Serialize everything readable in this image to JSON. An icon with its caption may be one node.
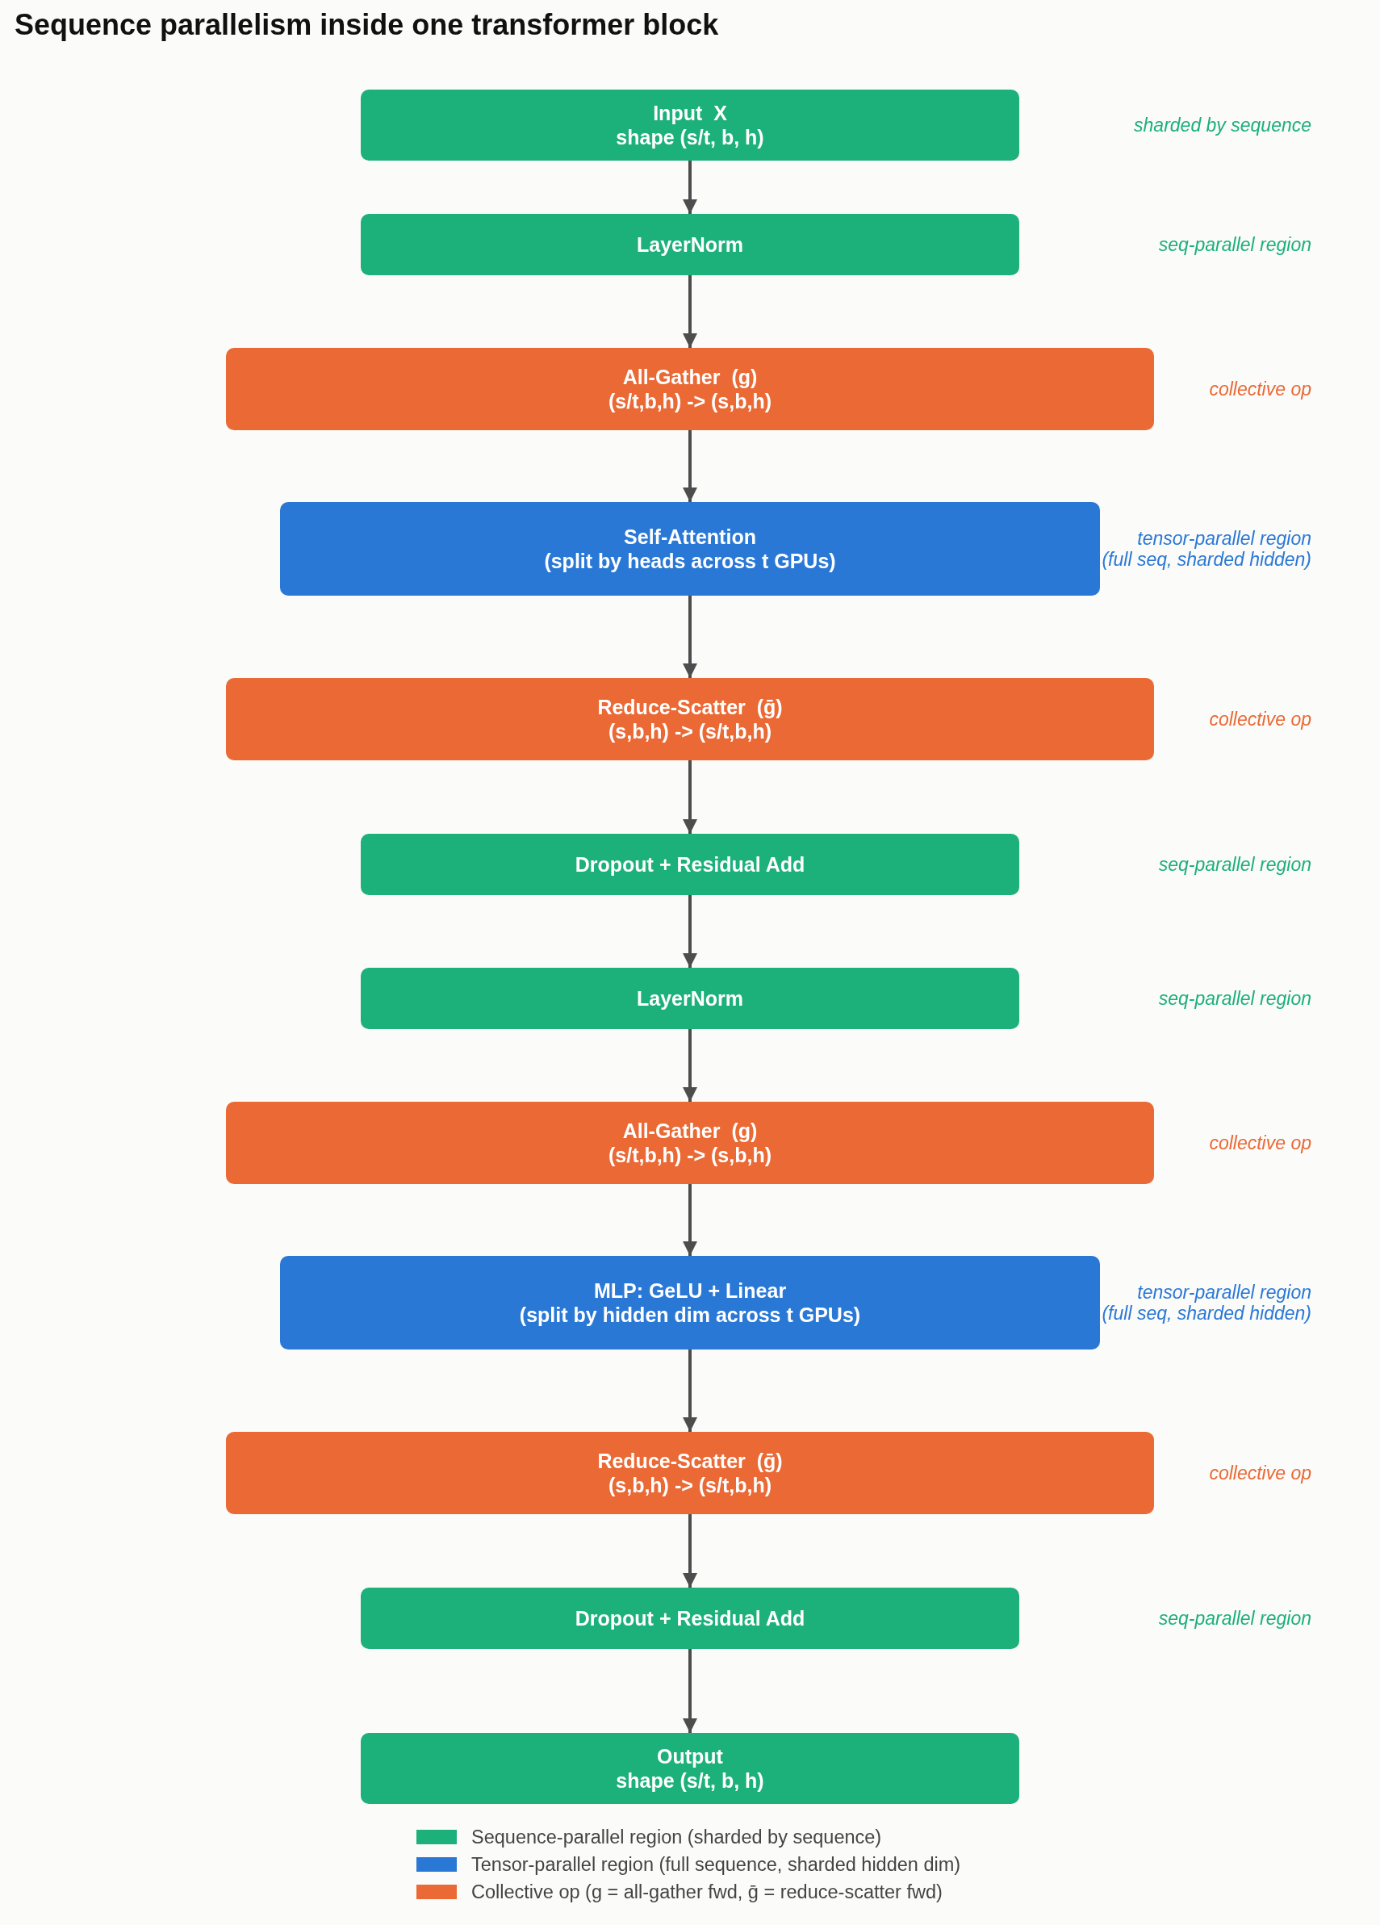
{
  "diagram": {
    "title": "Sequence parallelism inside one transformer block",
    "nodes": [
      {
        "text": [
          "Input  X",
          "shape (s/t, b, h)"
        ]
      },
      {
        "text": [
          "LayerNorm"
        ]
      },
      {
        "text": [
          "All-Gather  (g)",
          "(s/t,b,h) -> (s,b,h)"
        ]
      },
      {
        "text": [
          "Self-Attention",
          "(split by heads across t GPUs)"
        ]
      },
      {
        "text": [
          "Reduce-Scatter  (ḡ)",
          "(s,b,h) -> (s/t,b,h)"
        ]
      },
      {
        "text": [
          "Dropout + Residual Add"
        ]
      },
      {
        "text": [
          "LayerNorm"
        ]
      },
      {
        "text": [
          "All-Gather  (g)",
          "(s/t,b,h) -> (s,b,h)"
        ]
      },
      {
        "text": [
          "MLP: GeLU + Linear",
          "(split by hidden dim across t GPUs)"
        ]
      },
      {
        "text": [
          "Reduce-Scatter  (ḡ)",
          "(s,b,h) -> (s/t,b,h)"
        ]
      },
      {
        "text": [
          "Dropout + Residual Add"
        ]
      },
      {
        "text": [
          "Output",
          "shape (s/t, b, h)"
        ]
      }
    ],
    "edges": [
      {
        "from": 0,
        "to": 1,
        "arrow": "to"
      },
      {
        "from": 1,
        "to": 2,
        "arrow": "to"
      },
      {
        "from": 2,
        "to": 3,
        "arrow": "to"
      },
      {
        "from": 3,
        "to": 4,
        "arrow": "to"
      },
      {
        "from": 4,
        "to": 5,
        "arrow": "to"
      },
      {
        "from": 5,
        "to": 6,
        "arrow": "to"
      },
      {
        "from": 6,
        "to": 7,
        "arrow": "to"
      },
      {
        "from": 7,
        "to": 8,
        "arrow": "to"
      },
      {
        "from": 8,
        "to": 9,
        "arrow": "to"
      },
      {
        "from": 9,
        "to": 10,
        "arrow": "to"
      },
      {
        "from": 10,
        "to": 11,
        "arrow": "to"
      }
    ],
    "labels": [
      "sharded by sequence",
      "seq-parallel region",
      "collective op",
      "tensor-parallel region",
      "(full seq, sharded hidden)",
      "collective op",
      "seq-parallel region",
      "seq-parallel region",
      "collective op",
      "tensor-parallel region",
      "(full seq, sharded hidden)",
      "collective op",
      "seq-parallel region"
    ],
    "legend": [
      {
        "text": "Sequence-parallel region (sharded by sequence)",
        "color": "#1cb07a"
      },
      {
        "text": "Tensor-parallel region (full sequence, sharded hidden dim)",
        "color": "#2a78d6"
      },
      {
        "text": "Collective op (g = all-gather fwd, ḡ = reduce-scatter fwd)",
        "color": "#ea6935"
      }
    ]
  }
}
